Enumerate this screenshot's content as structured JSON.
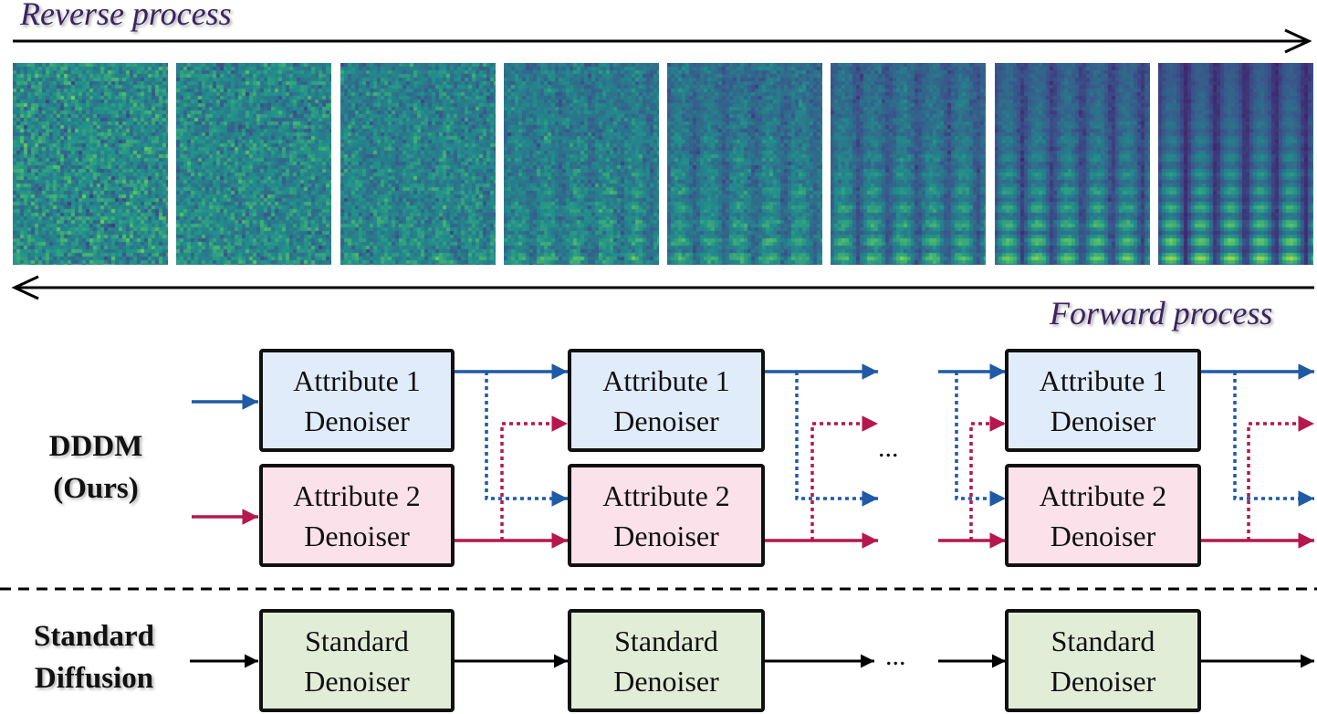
{
  "top": {
    "reverse_label": "Reverse process",
    "forward_label": "Forward process",
    "spectrogram_count": 8
  },
  "dddm": {
    "label_line1": "DDDM",
    "label_line2": "(Ours)",
    "attr1_line1": "Attribute 1",
    "attr1_line2": "Denoiser",
    "attr2_line1": "Attribute 2",
    "attr2_line2": "Denoiser",
    "ellipsis": "..."
  },
  "standard": {
    "label_line1": "Standard",
    "label_line2": "Diffusion",
    "box_line1": "Standard",
    "box_line2": "Denoiser",
    "ellipsis": "..."
  },
  "colors": {
    "attr1_flow": "#1f5aa6",
    "attr2_flow": "#b5174f",
    "std_flow": "#000000",
    "attr1_fill": "#e1ecfa",
    "attr2_fill": "#fae1ea",
    "std_fill": "#e1edd7",
    "process_label": "#3b2460"
  }
}
